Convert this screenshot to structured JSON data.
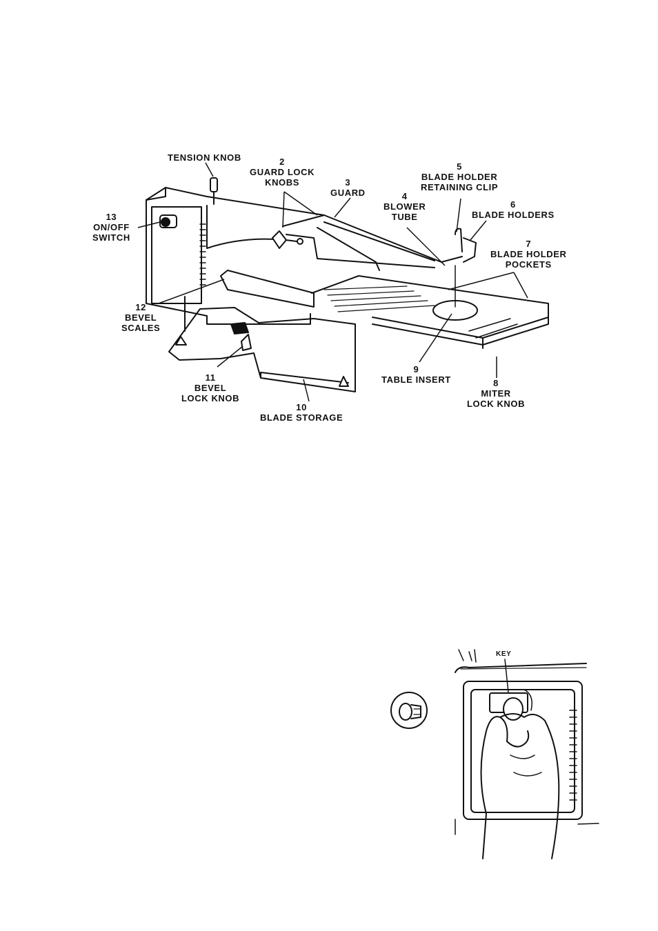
{
  "diagram": {
    "labels": {
      "tension_knob": {
        "text": "TENSION KNOB"
      },
      "guard_lock_knobs": {
        "num": "2",
        "line1": "GUARD LOCK",
        "line2": "KNOBS"
      },
      "guard": {
        "num": "3",
        "line1": "GUARD"
      },
      "blower_tube": {
        "num": "4",
        "line1": "BLOWER",
        "line2": "TUBE"
      },
      "blade_holder_retaining_clip": {
        "num": "5",
        "line1": "BLADE HOLDER",
        "line2": "RETAINING CLIP"
      },
      "blade_holders": {
        "num": "6",
        "line1": "BLADE HOLDERS"
      },
      "blade_holder_pockets": {
        "num": "7",
        "line1": "BLADE HOLDER",
        "line2": "POCKETS"
      },
      "on_off_switch": {
        "num": "13",
        "line1": "ON/OFF",
        "line2": "SWITCH"
      },
      "bevel_scales": {
        "num": "12",
        "line1": "BEVEL",
        "line2": "SCALES"
      },
      "bevel_lock_knob": {
        "num": "11",
        "line1": "BEVEL",
        "line2": "LOCK KNOB"
      },
      "blade_storage": {
        "num": "10",
        "line1": "BLADE STORAGE"
      },
      "table_insert": {
        "num": "9",
        "line1": "TABLE INSERT"
      },
      "miter_lock_knob": {
        "num": "8",
        "line1": "MITER",
        "line2": "LOCK KNOB"
      },
      "key": {
        "text": "KEY"
      }
    }
  }
}
